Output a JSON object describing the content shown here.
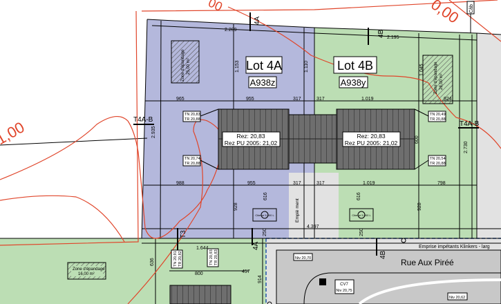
{
  "colors": {
    "lot_4a": "#b4b8dc",
    "lot_4b": "#bcdeb4",
    "road": "#c8c8c8",
    "paving": "#e2e2e2",
    "building": "#6e6e6e",
    "contour": "#e0452a"
  },
  "contour_labels": {
    "top_right": "0,00",
    "left": "1,00",
    "top_left": "00"
  },
  "section_marks": {
    "s4a_top": "4A",
    "s4b_top": "4B",
    "s4a_bottom": "4A",
    "s4b_bottom": "4B",
    "t3": "T3",
    "t4ab_left": "T4A-B",
    "t4ab_right": "T4A-B",
    "top_right_mark": "Câb"
  },
  "lots": [
    {
      "name": "Lot 4A",
      "parcel": "A938z",
      "rez": "Rez: 20,83",
      "rez_pu": "Rez PU 2005: 21,02",
      "spreading_zone": "Zone d'épandage",
      "spreading_area": "25,00 m²",
      "levels": [
        "TN 20,83",
        "TR 20,88",
        "TN 20,74",
        "TR 20,88"
      ],
      "cistern": "Citerne 5 000 L"
    },
    {
      "name": "Lot 4B",
      "parcel": "A938y",
      "rez": "Rez: 20,83",
      "rez_pu": "Rez PU 2005: 21,02",
      "spreading_zone": "Zone d'épandage",
      "spreading_area": "28,00 m²",
      "levels": [
        "TN 20,49",
        "TR 20,88",
        "TN 20,54",
        "TR 20,88"
      ],
      "cistern": "Citerne 5 000 L"
    }
  ],
  "dimensions": {
    "top_4a": "2.209",
    "top_4b": "2.195",
    "h_4a": "1.153",
    "h_mid": "1.110",
    "h_4b": "1.045",
    "row1": [
      "965",
      "955",
      "317",
      "317",
      "1.019",
      "824"
    ],
    "row2": [
      "988",
      "955",
      "317",
      "317",
      "1.019",
      "798"
    ],
    "side_left": "2.935",
    "side_right": "2.730",
    "bldg_depth": "600",
    "drive_4a": "616",
    "drive_4b": "616",
    "lower_4a": "928",
    "lower_4b": "928",
    "cistern_4a": "250",
    "cistern_4b": "250",
    "total": "4.397",
    "bottom_left": "1.644",
    "bottom_800": "800",
    "bottom_457": "457",
    "bottom_914": "914",
    "bottom_636": "636"
  },
  "driveway_label": "Empiè ment",
  "bottom": {
    "spreading_zone": "Zone d'épandage",
    "spreading_area": "16,00 m²",
    "levels_1": [
      "TN 20,91",
      "TR 20,82"
    ],
    "levels_2": [
      "TN 20,93",
      "TR 20,83"
    ],
    "street": "Rue Aux Piréé",
    "easement": "Emprise impétants Klinkers - larg",
    "niv_1": "Niv 20,70",
    "cv": "CV7",
    "cv_niv": "Niv 20,75",
    "niv_2": "Niv 20,62"
  }
}
